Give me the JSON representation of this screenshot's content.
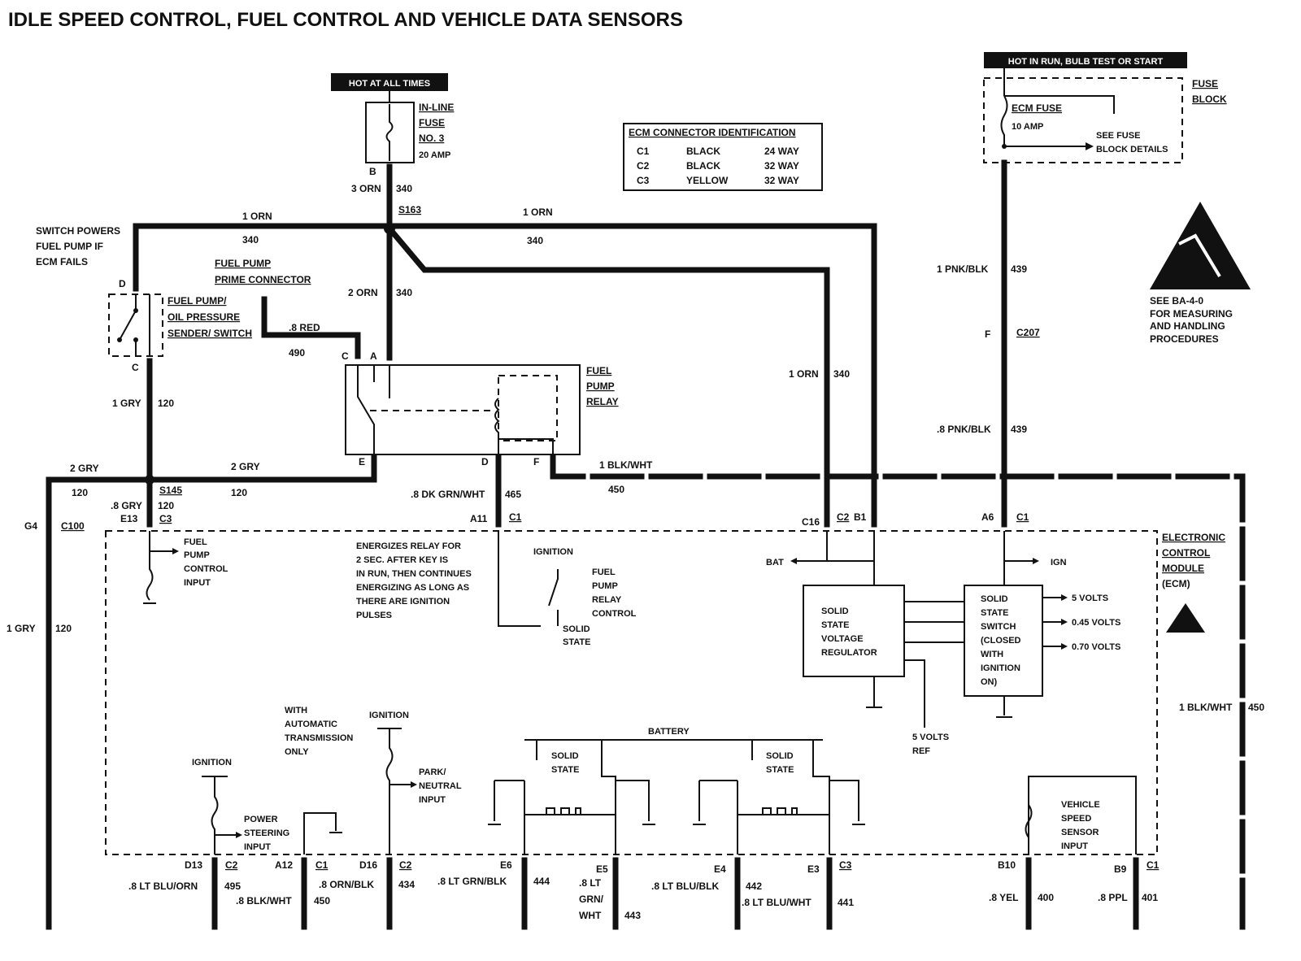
{
  "title": "IDLE SPEED CONTROL, FUEL CONTROL AND VEHICLE DATA SENSORS",
  "power": {
    "hot_at_all_times": "HOT AT ALL TIMES",
    "hot_in_run": "HOT IN RUN, BULB TEST OR START"
  },
  "inline_fuse": {
    "line1": "IN-LINE",
    "line2": "FUSE",
    "line3": "NO. 3",
    "rating": "20 AMP"
  },
  "fuse_block": {
    "label1": "FUSE",
    "label2": "BLOCK",
    "ecm_fuse": "ECM FUSE",
    "rating": "10 AMP",
    "see1": "SEE FUSE",
    "see2": "BLOCK DETAILS"
  },
  "ecm_connector_id": {
    "title": "ECM CONNECTOR IDENTIFICATION",
    "rows": [
      {
        "c": "C1",
        "color": "BLACK",
        "way": "24 WAY"
      },
      {
        "c": "C2",
        "color": "BLACK",
        "way": "32 WAY"
      },
      {
        "c": "C3",
        "color": "YELLOW",
        "way": "32 WAY"
      }
    ]
  },
  "esd_note": {
    "line1": "SEE BA-4-0",
    "line2": "FOR MEASURING",
    "line3": "AND HANDLING",
    "line4": "PROCEDURES"
  },
  "notes": {
    "switch_powers": [
      "SWITCH POWERS",
      "FUEL PUMP IF",
      "ECM FAILS"
    ],
    "prime_connector": [
      "FUEL PUMP",
      "PRIME CONNECTOR"
    ],
    "oil_switch": [
      "FUEL PUMP/",
      "OIL PRESSURE",
      "SENDER/ SWITCH"
    ],
    "relay": [
      "FUEL",
      "PUMP",
      "RELAY"
    ],
    "ecm": [
      "ELECTRONIC",
      "CONTROL",
      "MODULE",
      "(ECM)"
    ],
    "energizes": [
      "ENERGIZES RELAY FOR",
      "2 SEC. AFTER KEY IS",
      "IN RUN, THEN CONTINUES",
      "ENERGIZING AS LONG AS",
      "THERE ARE IGNITION",
      "PULSES"
    ],
    "fp_control_input": [
      "FUEL",
      "PUMP",
      "CONTROL",
      "INPUT"
    ],
    "fp_relay_control": [
      "FUEL",
      "PUMP",
      "RELAY",
      "CONTROL"
    ],
    "ignition": "IGNITION",
    "solid_state": [
      "SOLID",
      "STATE"
    ],
    "regulator": [
      "SOLID",
      "STATE",
      "VOLTAGE",
      "REGULATOR"
    ],
    "switch": [
      "SOLID",
      "STATE",
      "SWITCH",
      "(CLOSED",
      "WITH",
      "IGNITION",
      "ON)"
    ],
    "bat": "BAT",
    "ign": "IGN",
    "volts": [
      "5 VOLTS",
      "0.45 VOLTS",
      "0.70 VOLTS"
    ],
    "ref": [
      "5 VOLTS",
      "REF"
    ],
    "battery": "BATTERY",
    "auto_trans": [
      "WITH",
      "AUTOMATIC",
      "TRANSMISSION",
      "ONLY"
    ],
    "park_neutral": [
      "PARK/",
      "NEUTRAL",
      "INPUT"
    ],
    "power_steering": [
      "POWER",
      "STEERING",
      "INPUT"
    ],
    "vss": [
      "VEHICLE",
      "SPEED",
      "SENSOR",
      "INPUT"
    ]
  },
  "wires": {
    "w3orn": "3 ORN",
    "c340": "340",
    "s163": "S163",
    "w1orn": "1 ORN",
    "w2orn": "2 ORN",
    "w8red": ".8 RED",
    "c490": "490",
    "w1gry": "1 GRY",
    "c120": "120",
    "w2gry": "2 GRY",
    "s145": "S145",
    "w8gry": ".8 GRY",
    "w8dkgrn": ".8 DK GRN/WHT",
    "c465": "465",
    "w1blkwht": "1 BLK/WHT",
    "c450": "450",
    "w1pnk": "1 PNK/BLK",
    "c439": "439",
    "w8pnk": ".8 PNK/BLK",
    "c207": "C207",
    "c100": "C100",
    "w8ltbluorn": ".8 LT BLU/ORN",
    "c495": "495",
    "w8blkwht": ".8 BLK/WHT",
    "w8ornblk": ".8 ORN/BLK",
    "c434": "434",
    "w8ltgrnblk": ".8 LT GRN/BLK",
    "c444": "444",
    "w8lt": ".8 LT",
    "grn": "GRN/",
    "wht": "WHT",
    "c443": "443",
    "w8ltblublk": ".8 LT BLU/BLK",
    "c442": "442",
    "w8ltbluwht": ".8 LT BLU/WHT",
    "c441": "441",
    "w8yel": ".8 YEL",
    "c400": "400",
    "w8ppl": ".8 PPL",
    "c401": "401"
  },
  "pins": {
    "B": "B",
    "D": "D",
    "C": "C",
    "A": "A",
    "E": "E",
    "F": "F",
    "G4": "G4",
    "E13": "E13",
    "C3": "C3",
    "A11": "A11",
    "C1": "C1",
    "C16": "C16",
    "C2": "C2",
    "B1": "B1",
    "A6": "A6",
    "D13": "D13",
    "A12": "A12",
    "D16": "D16",
    "E6": "E6",
    "E5": "E5",
    "E4": "E4",
    "E3": "E3",
    "B10": "B10",
    "B9": "B9"
  }
}
